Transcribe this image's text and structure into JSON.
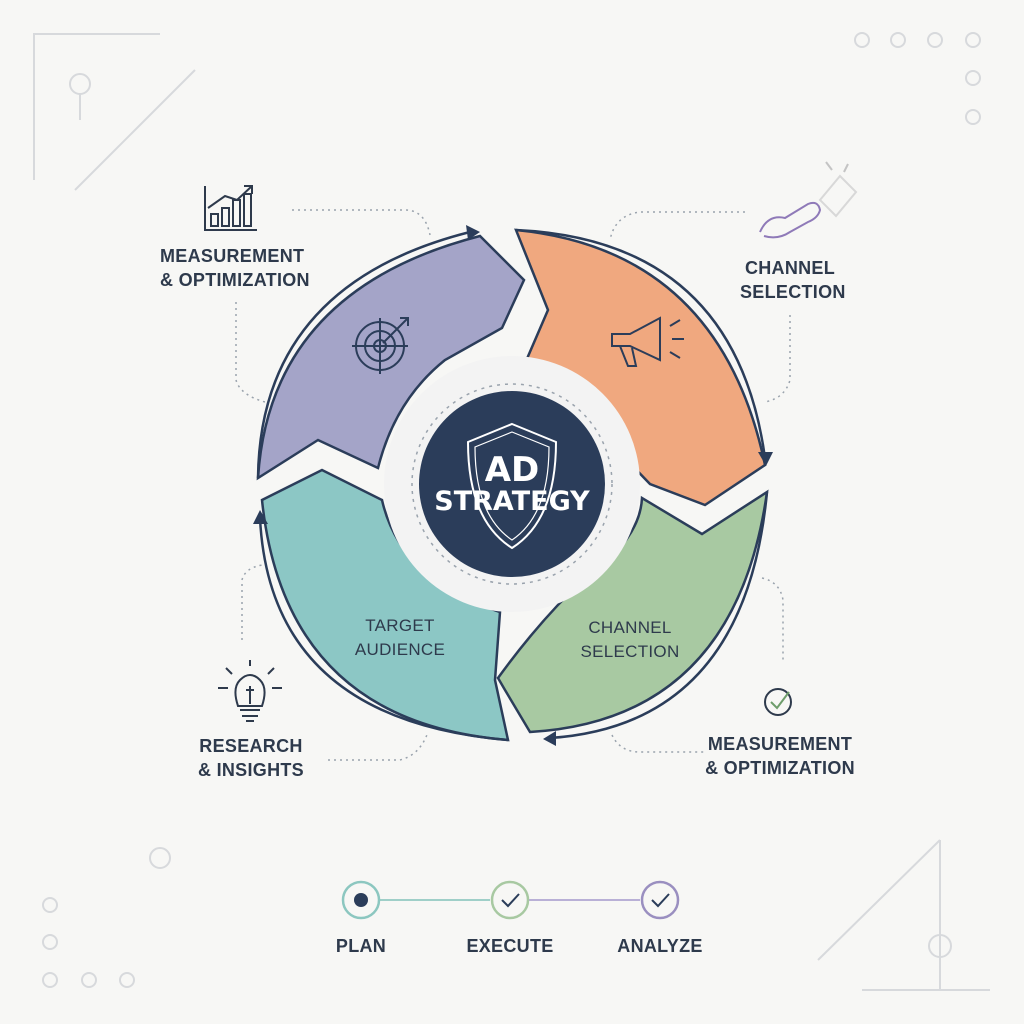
{
  "center": {
    "line1": "AD",
    "line2": "STRATEGY"
  },
  "segments": [
    {
      "id": "measurement",
      "color": "#a4a4c8",
      "icon": "target-icon",
      "label": ""
    },
    {
      "id": "channel",
      "color": "#f0a87f",
      "icon": "megaphone-icon",
      "label": ""
    },
    {
      "id": "channel-selection",
      "color": "#a8c9a2",
      "label1": "CHANNEL",
      "label2": "SELECTION"
    },
    {
      "id": "target-audience",
      "color": "#8cc7c5",
      "label1": "TARGET",
      "label2": "AUDIENCE"
    }
  ],
  "outer_labels": {
    "top_left": {
      "line1": "MEASUREMENT",
      "line2": "& OPTIMIZATION",
      "icon": "bar-chart-icon"
    },
    "top_right": {
      "line1": "CHANNEL",
      "line2": "SELECTION",
      "icon": "link-icon"
    },
    "bottom_left": {
      "line1": "RESEARCH",
      "line2": "& INSIGHTS",
      "icon": "lightbulb-icon"
    },
    "bottom_right": {
      "line1": "MEASUREMENT",
      "line2": "& OPTIMIZATION",
      "icon": "check-badge-icon"
    }
  },
  "timeline": {
    "steps": [
      {
        "label": "PLAN",
        "color": "#7fbfb5",
        "state": "current"
      },
      {
        "label": "EXECUTE",
        "color": "#8fbf98",
        "state": "done"
      },
      {
        "label": "ANALYZE",
        "color": "#9a8fc0",
        "state": "done"
      }
    ]
  },
  "colors": {
    "navy": "#2b3d5a",
    "text": "#2e3a4c",
    "background": "#f7f7f5"
  }
}
